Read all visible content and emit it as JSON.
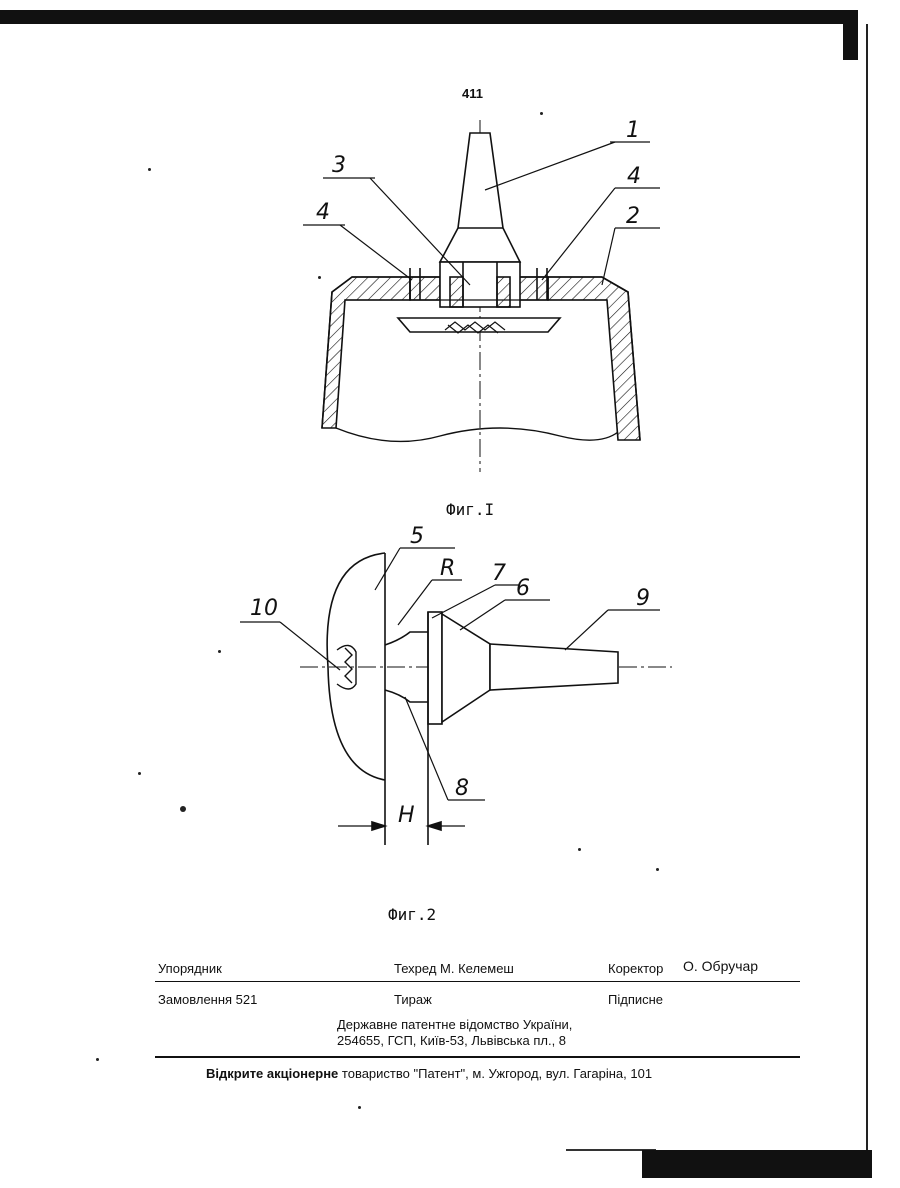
{
  "page": {
    "number": "411"
  },
  "figures": [
    {
      "caption": "Фиг.I",
      "labels": [
        "1",
        "3",
        "4",
        "4",
        "2"
      ]
    },
    {
      "caption": "Фиг.2",
      "labels": [
        "5",
        "R",
        "7",
        "6",
        "9",
        "10",
        "8",
        "H"
      ]
    }
  ],
  "imprint": {
    "compiler_label": "Упорядник",
    "techred": "Техред М. Келемеш",
    "corrector_label": "Коректор",
    "corrector_name": "О. Обручар",
    "order": "Замовлення 521",
    "circulation": "Тираж",
    "subscription": "Підписне",
    "office_line1": "Державне патентне відомство України,",
    "office_line2": "254655, ГСП, Київ-53, Львівська пл., 8",
    "printer_bold": "Відкрите акціонерне",
    "printer_rest": " товариство \"Патент\", м. Ужгород, вул. Гагаріна, 101"
  }
}
